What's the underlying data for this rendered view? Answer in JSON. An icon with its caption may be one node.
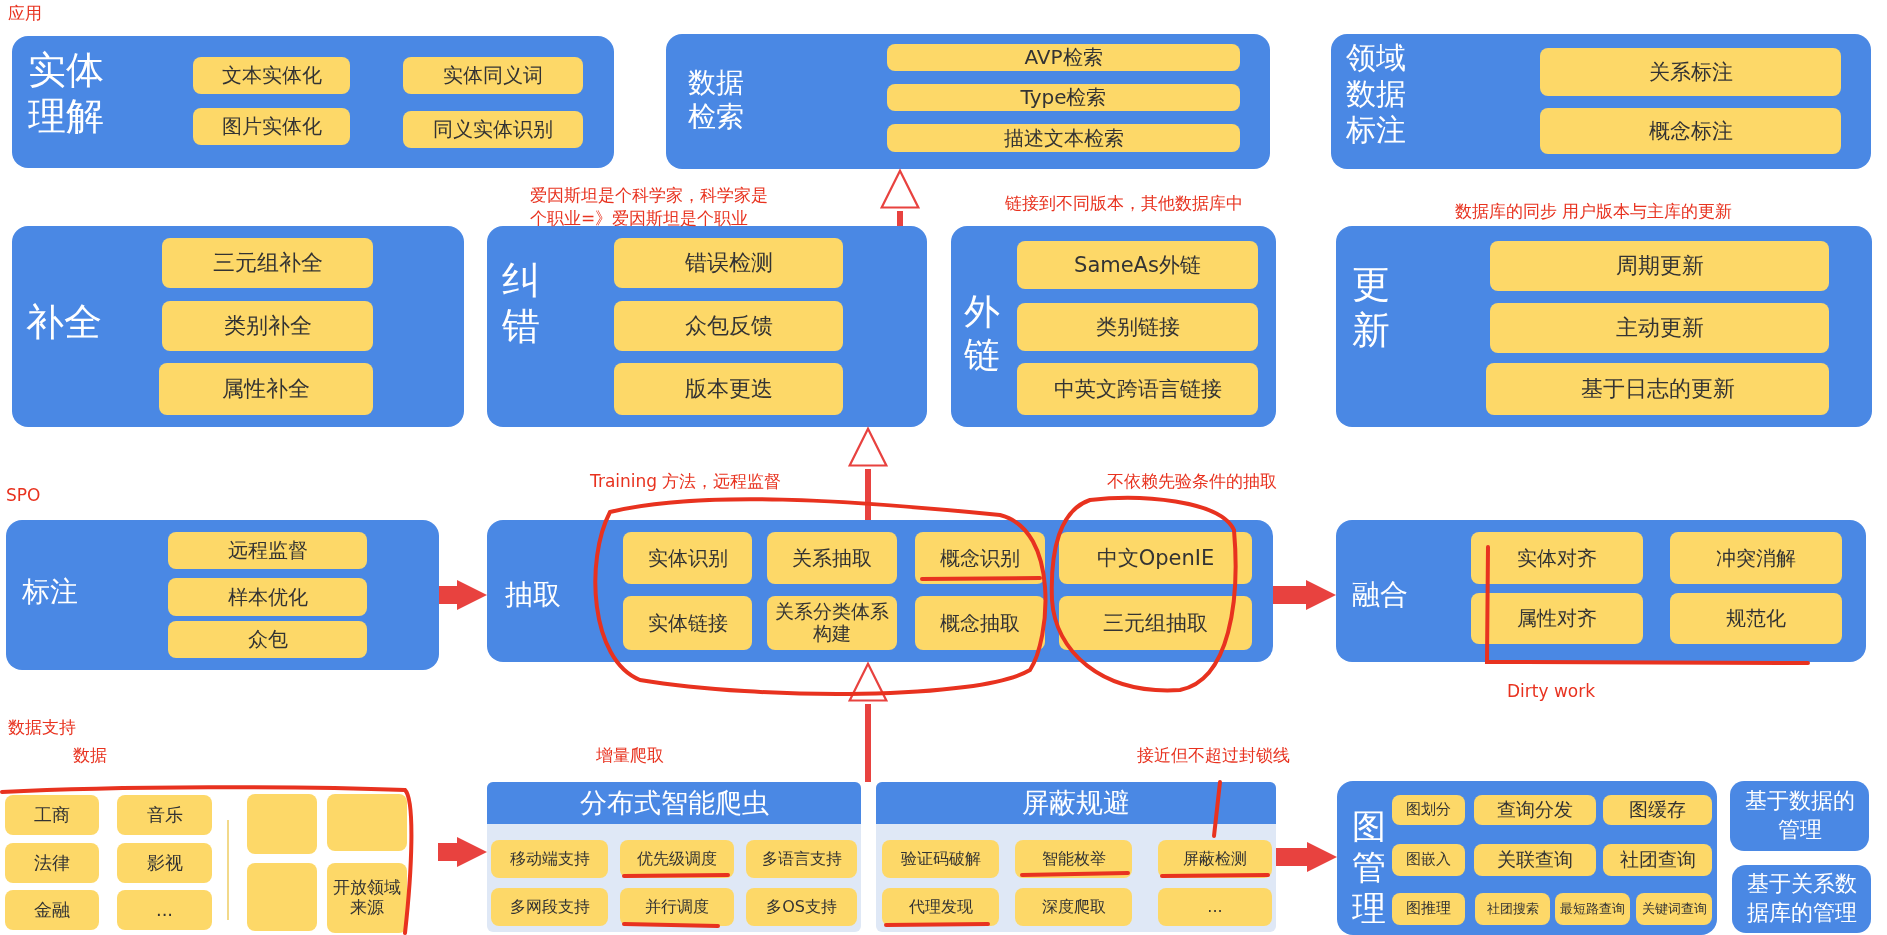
{
  "diagram": {
    "nodes": [
      {
        "text": [
          "实体理解"
        ]
      },
      {
        "text": [
          "文本实体化"
        ],
        "in": 0
      },
      {
        "text": [
          "实体同义词"
        ],
        "in": 0
      },
      {
        "text": [
          "图片实体化"
        ],
        "in": 0
      },
      {
        "text": [
          "同义实体识别"
        ],
        "in": 0
      },
      {
        "text": [
          "数据检索"
        ]
      },
      {
        "text": [
          "AVP检索"
        ],
        "in": 5
      },
      {
        "text": [
          "Type检索"
        ],
        "in": 5
      },
      {
        "text": [
          "描述文本检索"
        ],
        "in": 5
      },
      {
        "text": [
          "领域数据标注"
        ]
      },
      {
        "text": [
          "关系标注"
        ],
        "in": 9
      },
      {
        "text": [
          "概念标注"
        ],
        "in": 9
      },
      {
        "text": [
          "补全"
        ]
      },
      {
        "text": [
          "三元组补全"
        ],
        "in": 12
      },
      {
        "text": [
          "类别补全"
        ],
        "in": 12
      },
      {
        "text": [
          "属性补全"
        ],
        "in": 12
      },
      {
        "text": [
          "纠错"
        ]
      },
      {
        "text": [
          "错误检测"
        ],
        "in": 16
      },
      {
        "text": [
          "众包反馈"
        ],
        "in": 16
      },
      {
        "text": [
          "版本更迭"
        ],
        "in": 16
      },
      {
        "text": [
          "外链"
        ]
      },
      {
        "text": [
          "SameAs外链"
        ],
        "in": 20
      },
      {
        "text": [
          "类别链接"
        ],
        "in": 20
      },
      {
        "text": [
          "中英文跨语言链接"
        ],
        "in": 20
      },
      {
        "text": [
          "更新"
        ]
      },
      {
        "text": [
          "周期更新"
        ],
        "in": 24
      },
      {
        "text": [
          "主动更新"
        ],
        "in": 24
      },
      {
        "text": [
          "基于日志的更新"
        ],
        "in": 24
      },
      {
        "text": [
          "标注"
        ]
      },
      {
        "text": [
          "远程监督"
        ],
        "in": 28
      },
      {
        "text": [
          "样本优化"
        ],
        "in": 28
      },
      {
        "text": [
          "众包"
        ],
        "in": 28
      },
      {
        "text": [
          "抽取"
        ]
      },
      {
        "text": [
          "实体识别"
        ],
        "in": 32
      },
      {
        "text": [
          "关系抽取"
        ],
        "in": 32
      },
      {
        "text": [
          "概念识别"
        ],
        "in": 32
      },
      {
        "text": [
          "实体链接"
        ],
        "in": 32
      },
      {
        "text": [
          "关系分类体系构建"
        ],
        "in": 32
      },
      {
        "text": [
          "概念抽取"
        ],
        "in": 32
      },
      {
        "text": [
          "中文OpenIE"
        ],
        "in": 32
      },
      {
        "text": [
          "三元组抽取"
        ],
        "in": 32
      },
      {
        "text": [
          "融合"
        ]
      },
      {
        "text": [
          "实体对齐"
        ],
        "in": 41
      },
      {
        "text": [
          "冲突消解"
        ],
        "in": 41
      },
      {
        "text": [
          "属性对齐"
        ],
        "in": 41
      },
      {
        "text": [
          "规范化"
        ],
        "in": 41
      },
      {
        "text": [
          "工商"
        ]
      },
      {
        "text": [
          "音乐"
        ]
      },
      {
        "text": [
          "法律"
        ]
      },
      {
        "text": [
          "影视"
        ]
      },
      {
        "text": [
          "金融"
        ]
      },
      {
        "text": [
          "..."
        ]
      },
      {
        "text": [],
        "shape": "box"
      },
      {
        "text": [],
        "shape": "box"
      },
      {
        "text": [],
        "shape": "box"
      },
      {
        "text": [
          "开放领域来源"
        ]
      },
      {
        "text": [
          "分布式智能爬虫"
        ]
      },
      {
        "text": [
          "移动端支持"
        ],
        "in": 56
      },
      {
        "text": [
          "优先级调度"
        ],
        "in": 56
      },
      {
        "text": [
          "多语言支持"
        ],
        "in": 56
      },
      {
        "text": [
          "多网段支持"
        ],
        "in": 56
      },
      {
        "text": [
          "并行调度"
        ],
        "in": 56
      },
      {
        "text": [
          "多OS支持"
        ],
        "in": 56
      },
      {
        "text": [
          "屏蔽规避"
        ]
      },
      {
        "text": [
          "验证码破解"
        ],
        "in": 63
      },
      {
        "text": [
          "智能枚举"
        ],
        "in": 63
      },
      {
        "text": [
          "屏蔽检测"
        ],
        "in": 63
      },
      {
        "text": [
          "代理发现"
        ],
        "in": 63
      },
      {
        "text": [
          "深度爬取"
        ],
        "in": 63
      },
      {
        "text": [
          "..."
        ],
        "in": 63
      },
      {
        "text": [
          "图管理"
        ]
      },
      {
        "text": [
          "图划分"
        ],
        "in": 70
      },
      {
        "text": [
          "查询分发"
        ],
        "in": 70
      },
      {
        "text": [
          "图缓存"
        ],
        "in": 70
      },
      {
        "text": [
          "图嵌入"
        ],
        "in": 70
      },
      {
        "text": [
          "关联查询"
        ],
        "in": 70
      },
      {
        "text": [
          "社团查询"
        ],
        "in": 70
      },
      {
        "text": [
          "图推理"
        ],
        "in": 70
      },
      {
        "text": [
          "社团搜索"
        ],
        "in": 70
      },
      {
        "text": [
          "最短路查询"
        ],
        "in": 70
      },
      {
        "text": [
          "关键词查询"
        ],
        "in": 70
      },
      {
        "text": [
          "基于数据的管理"
        ]
      },
      {
        "text": [
          "基于关系数据库的管理"
        ]
      }
    ],
    "edges": [
      {
        "from": 28,
        "to": 32,
        "arrow": "to"
      },
      {
        "from": 32,
        "to": 41,
        "arrow": "to"
      },
      {
        "from": null,
        "to": 56,
        "arrow": "to"
      },
      {
        "from": 63,
        "to": 70,
        "arrow": "to"
      },
      {
        "from": 56,
        "to": 32,
        "arrow": "to"
      },
      {
        "from": 32,
        "to": 16,
        "arrow": "to"
      },
      {
        "from": 16,
        "to": 5,
        "arrow": "to"
      }
    ],
    "labels": [
      "应用",
      "爱因斯坦是个科学家，科学家是个职业=》爱因斯坦是个职业",
      "链接到不同版本，其他数据库中",
      "数据库的同步 用户版本与主库的更新",
      "SPO",
      "Training 方法，远程监督",
      "不依赖先验条件的抽取",
      "Dirty work",
      "数据支持",
      "数据",
      "增量爬取",
      "接近但不超过封锁线"
    ]
  }
}
